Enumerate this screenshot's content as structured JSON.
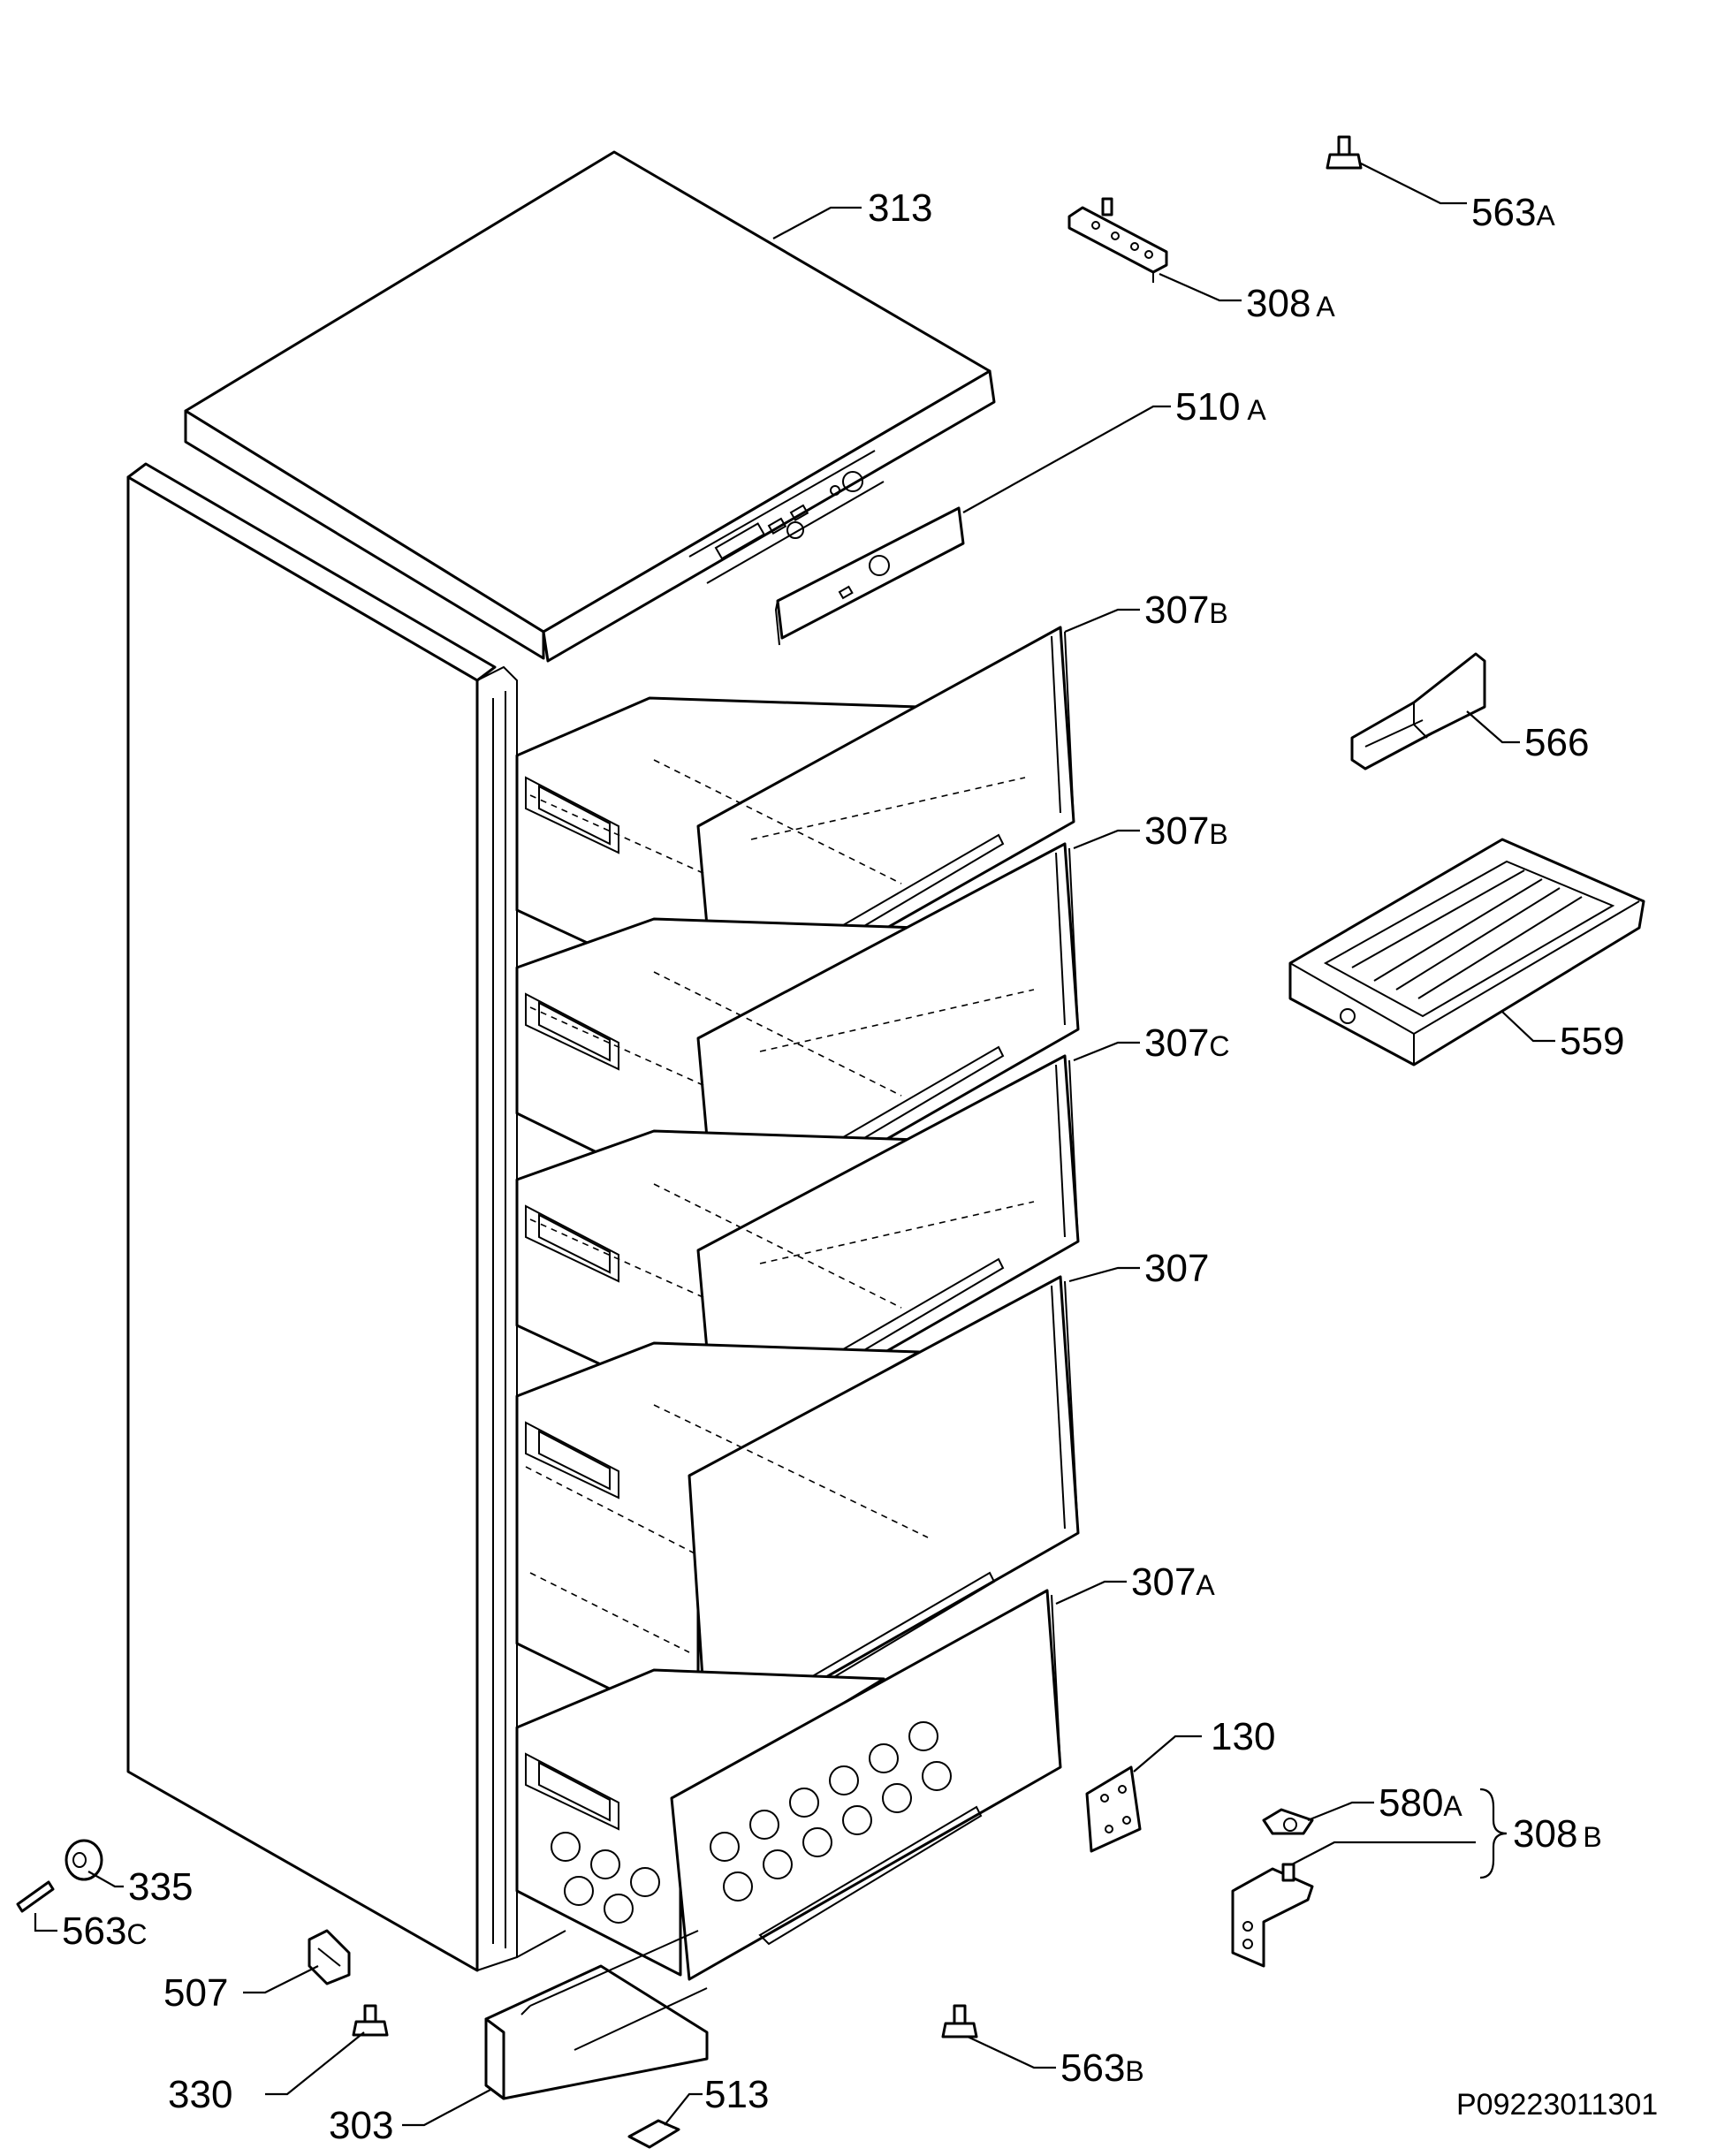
{
  "labels": {
    "l313": {
      "num": "313",
      "suf": ""
    },
    "l563a": {
      "num": "563",
      "suf": "A"
    },
    "l308a": {
      "num": "308",
      "suf": "A"
    },
    "l510a": {
      "num": "510",
      "suf": "A"
    },
    "l307b_top": {
      "num": "307",
      "suf": "B"
    },
    "l307b_2": {
      "num": "307",
      "suf": "B"
    },
    "l307c": {
      "num": "307",
      "suf": "C"
    },
    "l307": {
      "num": "307",
      "suf": ""
    },
    "l307a": {
      "num": "307",
      "suf": "A"
    },
    "l566": {
      "num": "566",
      "suf": ""
    },
    "l559": {
      "num": "559",
      "suf": ""
    },
    "l130": {
      "num": "130",
      "suf": ""
    },
    "l580a": {
      "num": "580",
      "suf": "A"
    },
    "l308b": {
      "num": "308",
      "suf": "B"
    },
    "l335": {
      "num": "335",
      "suf": ""
    },
    "l563c": {
      "num": "563",
      "suf": "C"
    },
    "l507": {
      "num": "507",
      "suf": ""
    },
    "l330": {
      "num": "330",
      "suf": ""
    },
    "l303": {
      "num": "303",
      "suf": ""
    },
    "l513": {
      "num": "513",
      "suf": ""
    },
    "l563b": {
      "num": "563",
      "suf": "B"
    }
  },
  "reference_code": "P09223011301",
  "colors": {
    "line": "#000000",
    "background": "#ffffff"
  }
}
